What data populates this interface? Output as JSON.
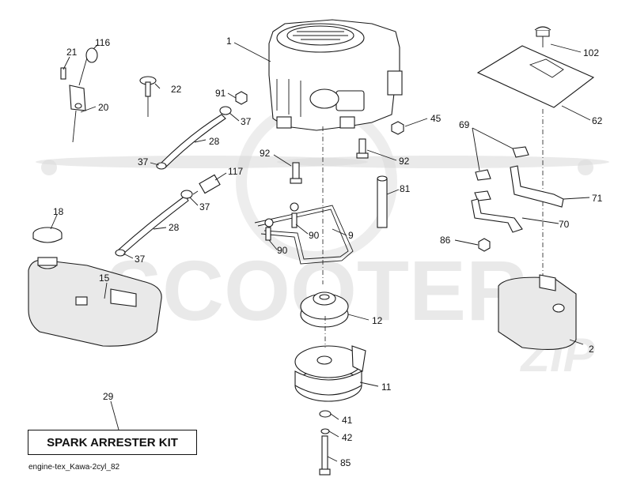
{
  "watermark": {
    "text": "SCOOTER",
    "suffix_text": "ZIP"
  },
  "kit": {
    "label": "SPARK ARRESTER KIT",
    "number": "29"
  },
  "caption": "engine-tex_Kawa-2cyl_82",
  "callouts": {
    "engine": "1",
    "muffler": "2",
    "exhaust_line": "9",
    "clutch": "11",
    "pulley": "12",
    "fuel_tank": "15",
    "fuel_cap": "18",
    "choke_cable": "20",
    "screw_21": "21",
    "dipstick": "22",
    "hose_upper": "28",
    "hose_lower": "28",
    "clamp_a": "37",
    "clamp_b": "37",
    "clamp_c": "37",
    "clamp_d": "37",
    "nut_45": "45",
    "manifold_62": "62",
    "gasket_69": "69",
    "pipe_70": "70",
    "pipe_71": "71",
    "washer_41": "41",
    "washer_42": "42",
    "bolt_81": "81",
    "bolt_85": "85",
    "nut_86": "86",
    "washer_90a": "90",
    "washer_90b": "90",
    "nut_91": "91",
    "bolt_92a": "92",
    "bolt_92b": "92",
    "heat_shield_102": "102",
    "lever_116": "116",
    "filter_117": "117"
  },
  "colors": {
    "line": "#1a1a1a",
    "watermark": "#d8d8d8",
    "background": "#ffffff"
  }
}
